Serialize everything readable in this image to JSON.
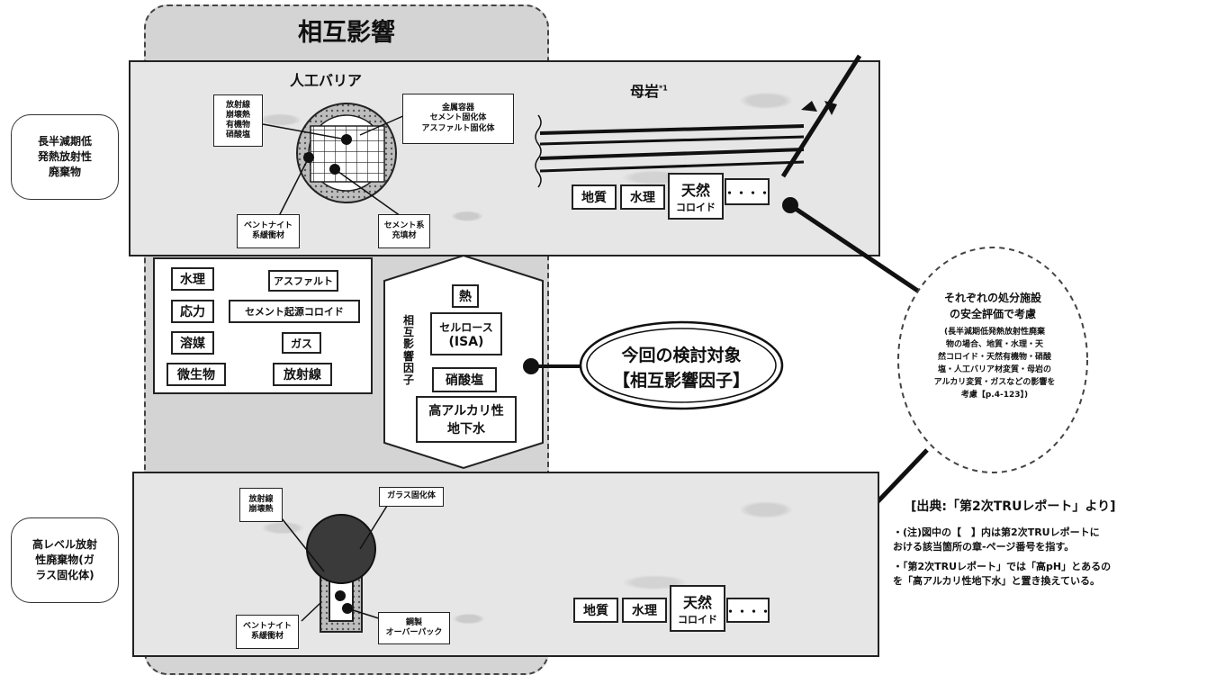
{
  "interaction_title": "相互影響",
  "waste_types": {
    "tru": "長半減期低\n発熱放射性\n廃棄物",
    "hlw": "高レベル放射\n性廃棄物(ガ\nラス固化体)"
  },
  "top_panel": {
    "barrier_label": "人工バリア",
    "host_rock_label": "母岩",
    "host_rock_sup": "*1",
    "waste_list": "放射線\n崩壊熱\n有機物\n硝酸塩",
    "container_list": "金属容器\nセメント固化体\nアスファルト固化体",
    "bentonite": "ベントナイト\n系緩衝材",
    "cement_fill": "セメント系\n充填材",
    "geo_boxes": [
      "地質",
      "水理"
    ],
    "natural_colloid": [
      "天然",
      "コロイド"
    ],
    "dots": "・・・・"
  },
  "factors_left": {
    "hydro": "水理",
    "asphalt": "アスファルト",
    "stress": "応力",
    "cement_colloid": "セメント起源コロイド",
    "solvent": "溶媒",
    "gas": "ガス",
    "microbe": "微生物",
    "radiation": "放射線"
  },
  "factors_arrow": {
    "vertical_label": "相互影響因子",
    "heat": "熱",
    "cellulose": "セルロース",
    "isa": "(ISA)",
    "nitrate": "硝酸塩",
    "alkaline": [
      "高アルカリ性",
      "地下水"
    ]
  },
  "target": {
    "line1": "今回の検討対象",
    "line2": "【相互影響因子】"
  },
  "callout": {
    "heading": "それぞれの処分施設\nの安全評価で考慮",
    "detail": "(長半減期低発熱放射性廃棄\n物の場合、地質・水理・天\n然コロイド・天然有機物・硝酸\n塩・人工バリア材変質・母岩の\nアルカリ変質・ガスなどの影響を\n考慮【p.4-123】)"
  },
  "bottom_panel": {
    "waste_list": "放射線\n崩壊熱",
    "vitrified": "ガラス固化体",
    "bentonite": "ベントナイト\n系緩衝材",
    "overpack": "鋼製\nオーバーパック",
    "geo_boxes": [
      "地質",
      "水理"
    ],
    "natural_colloid": [
      "天然",
      "コロイド"
    ],
    "dots": "・・・・"
  },
  "source": {
    "title": "[出典:「第2次TRUレポート」より]",
    "note1": "・(注)図中の【　】内は第2次TRUレポートに\nおける該当箇所の章-ページ番号を指す。",
    "note2": "・「第2次TRUレポート」では「高pH」とあるの\nを「高アルカリ性地下水」と置き換えている。"
  }
}
